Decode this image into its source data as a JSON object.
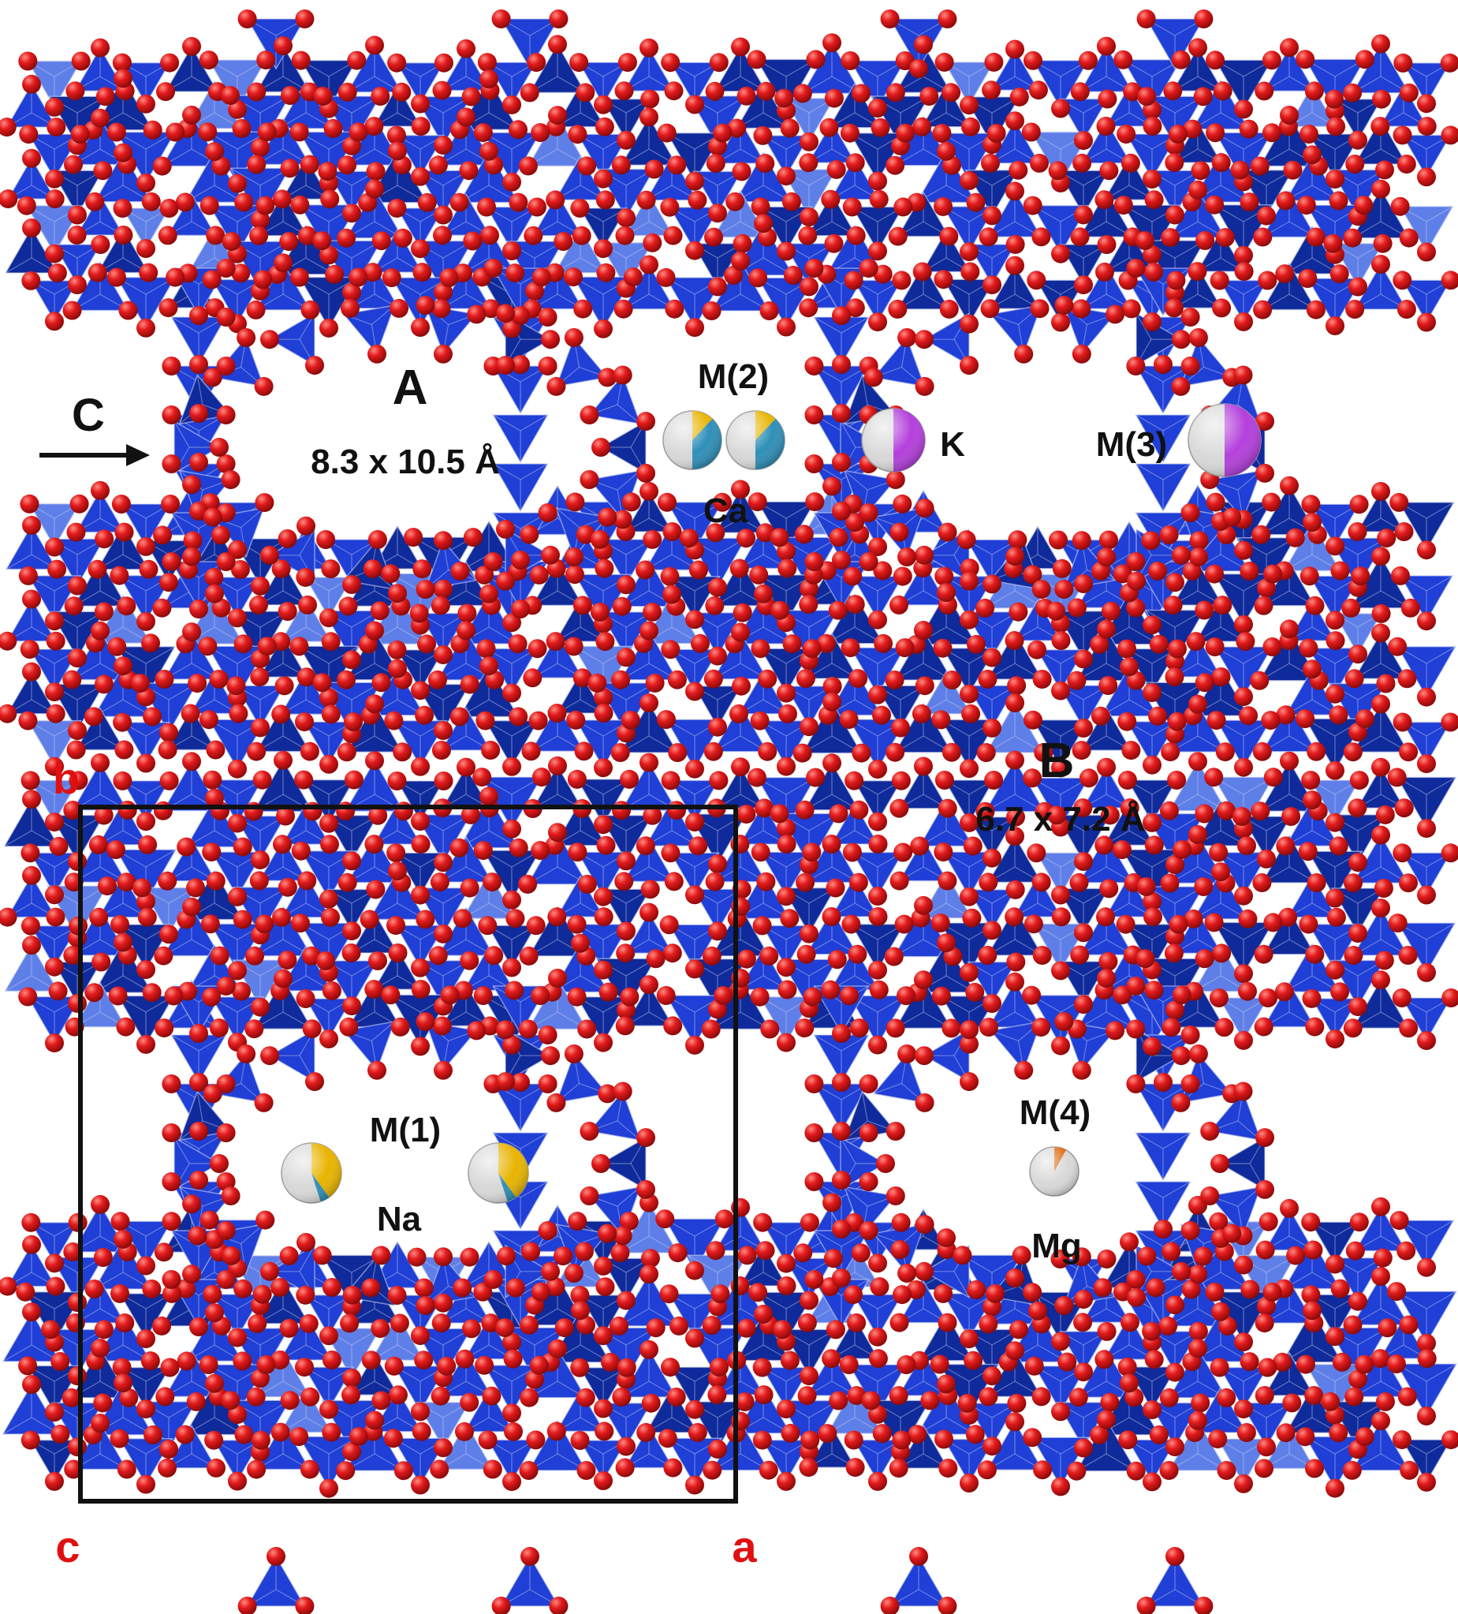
{
  "labels": {
    "channel_a": "A",
    "channel_a_size": "8.3 x 10.5 Å",
    "channel_b": "B",
    "channel_b_size": "6.7 x 7.2 Å",
    "site_m1": "M(1)",
    "site_m2": "M(2)",
    "site_m3": "M(3)",
    "site_m4": "M(4)",
    "cation_na": "Na",
    "cation_ca": "Ca",
    "cation_k": "K",
    "cation_mg": "Mg",
    "axis_c_top": "C",
    "axis_a": "a",
    "axis_b": "b",
    "axis_c": "c"
  },
  "colors": {
    "tetrahedron": "#1f3fd6",
    "tetrahedron_dark": "#0f2a9a",
    "tetrahedron_light": "#5f7fe8",
    "oxygen": "#e31a1c",
    "na_fill": "#e8b400",
    "ca_fill": "#2f8fb8",
    "k_fill": "#b43fdc",
    "mg_fill": "#e06a10",
    "vacancy": "#d8d8d8",
    "axis_label": "#e01010",
    "text": "#111111",
    "cell_line": "#111111"
  },
  "site_occupancy": {
    "m1_na": 0.4,
    "m1_ca": 0.05,
    "m2_na": 0.12,
    "m2_ca": 0.38,
    "m3_k": 0.5,
    "m4_mg": 0.08
  }
}
